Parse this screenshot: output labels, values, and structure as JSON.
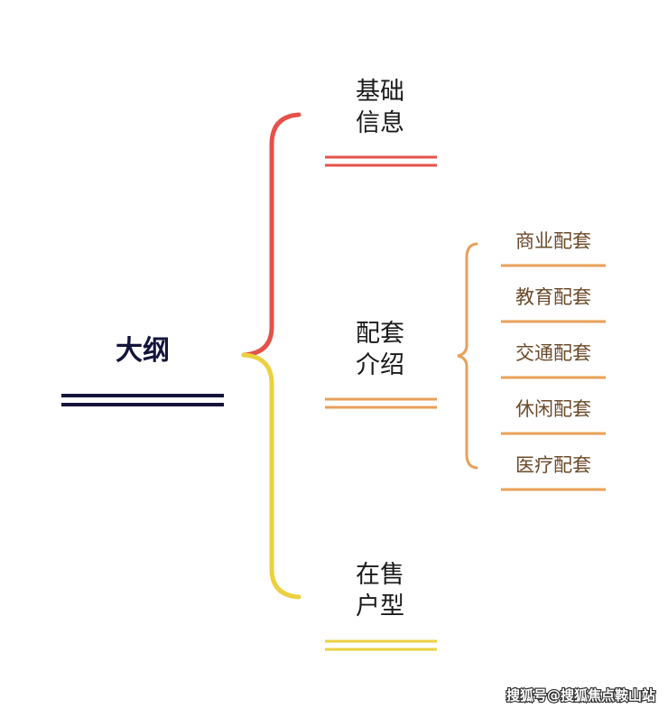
{
  "root": {
    "label": "大纲"
  },
  "branches": [
    {
      "line1": "基础",
      "line2": "信息"
    },
    {
      "line1": "配套",
      "line2": "介绍"
    },
    {
      "line1": "在售",
      "line2": "户型"
    }
  ],
  "sub_items": [
    "商业配套",
    "教育配套",
    "交通配套",
    "休闲配套",
    "医疗配套"
  ],
  "watermark": "搜狐号@搜狐焦点鞍山站",
  "colors": {
    "root": "#14143a",
    "red": "#e4524a",
    "yellow": "#ecd040",
    "orange": "#e8a05a"
  }
}
